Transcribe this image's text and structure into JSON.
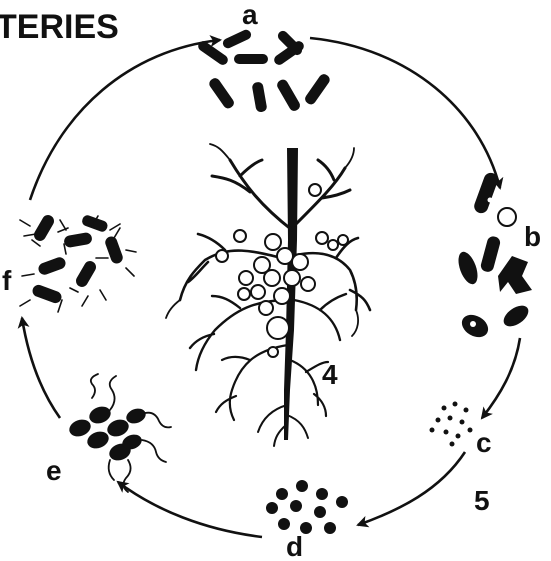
{
  "figure": {
    "title": "TERIES",
    "stages": [
      {
        "id": "a",
        "label": "a"
      },
      {
        "id": "b",
        "label": "b"
      },
      {
        "id": "c",
        "label": "c"
      },
      {
        "id": "d",
        "label": "d"
      },
      {
        "id": "e",
        "label": "e"
      },
      {
        "id": "f",
        "label": "f"
      }
    ],
    "root_label": "4",
    "cycle_label": "5",
    "colors": {
      "ink": "#111111",
      "background": "#ffffff"
    }
  }
}
